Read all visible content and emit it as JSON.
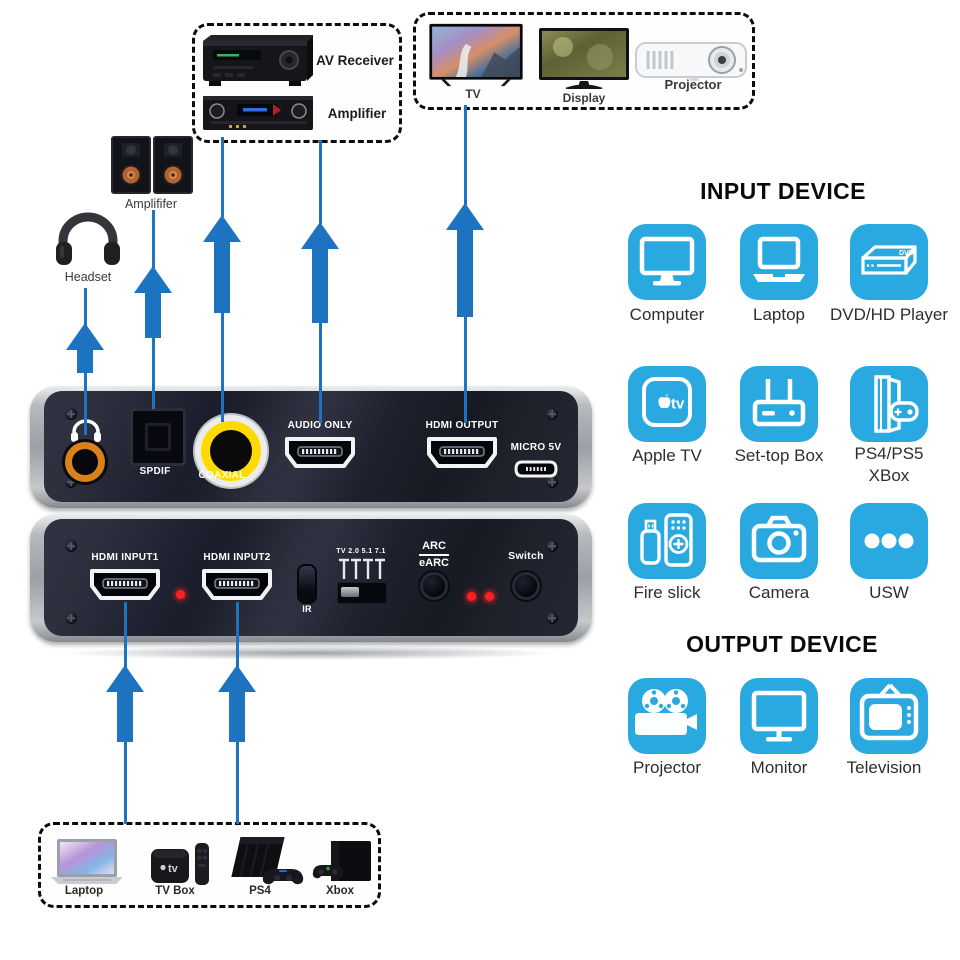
{
  "av_box": {
    "receiver_label": "AV Receiver",
    "amplifier_label": "Amplifier"
  },
  "display_box": {
    "tv_label": "TV",
    "display_label": "Display",
    "projector_label": "Projector"
  },
  "left_devices": {
    "speakers_label": "Amplififer",
    "headset_label": "Headset"
  },
  "top_panel": {
    "spdif_label": "SPDIF",
    "coaxial_label": "COAXIAL",
    "audio_only_label": "AUDIO ONLY",
    "hdmi_output_label": "HDMI OUTPUT",
    "micro_5v_label": "MICRO 5V"
  },
  "bottom_panel": {
    "hdmi_input1_label": "HDMI INPUT1",
    "hdmi_input2_label": "HDMI INPUT2",
    "ir_label": "IR",
    "tv_modes_label": "TV 2.0 5.1 7.1",
    "arc_label": "ARC",
    "earc_label": "eARC",
    "switch_label": "Switch"
  },
  "input_section": {
    "title": "INPUT DEVICE",
    "items": [
      {
        "label": "Computer"
      },
      {
        "label": "Laptop"
      },
      {
        "label": "DVD/HD Player"
      },
      {
        "label": "Apple TV"
      },
      {
        "label": "Set-top Box"
      },
      {
        "label": "PS4/PS5",
        "label2": "XBox"
      },
      {
        "label": "Fire slick"
      },
      {
        "label": "Camera"
      },
      {
        "label": "USW"
      }
    ]
  },
  "output_section": {
    "title": "OUTPUT DEVICE",
    "items": [
      {
        "label": "Projector"
      },
      {
        "label": "Monitor"
      },
      {
        "label": "Television"
      }
    ]
  },
  "source_box": {
    "items": [
      {
        "label": "Laptop"
      },
      {
        "label": "TV Box"
      },
      {
        "label": "PS4"
      },
      {
        "label": "Xbox"
      }
    ]
  },
  "icon_texts": {
    "apple_tv": "tv",
    "dvd": "DVD",
    "tv_box": "tv"
  },
  "colors": {
    "icon_blue": "#29a9e0",
    "arrow_blue": "#1e73c0",
    "coaxial_yellow": "#ffd900",
    "jack_orange": "#d9821c",
    "led_red": "#ff2020",
    "panel_face": "#1b1d2c"
  }
}
